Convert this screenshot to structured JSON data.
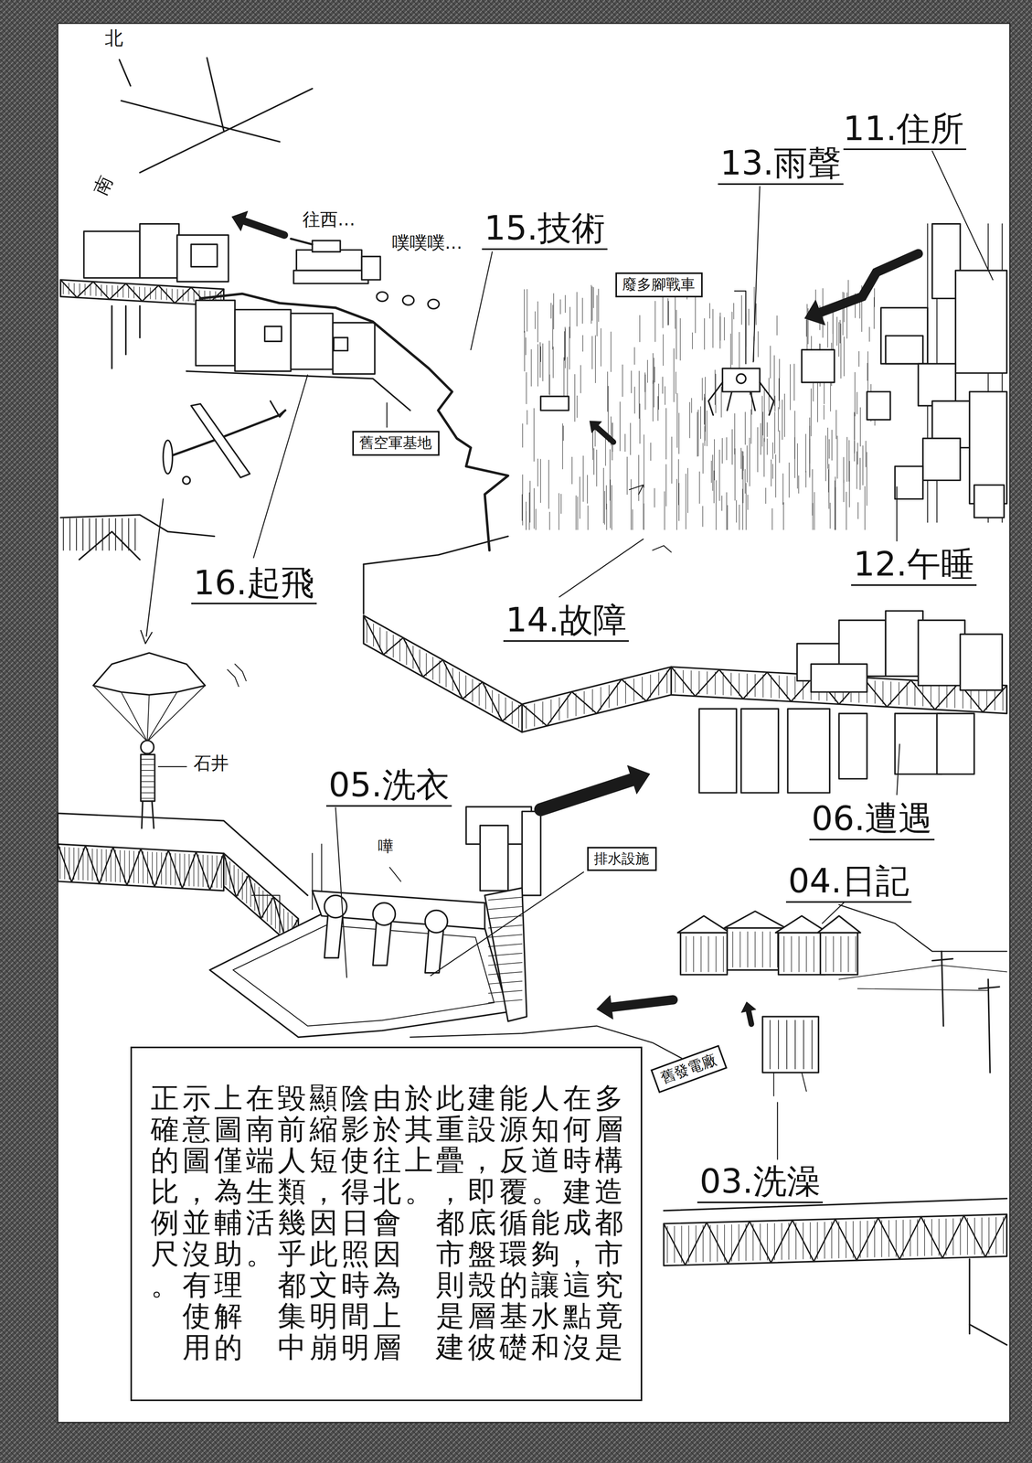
{
  "diagram": {
    "nodes": [
      {
        "text": [
          "廢多腳戰車"
        ]
      },
      {
        "text": [
          "舊空軍基地"
        ]
      },
      {
        "text": [
          "排水設施"
        ]
      },
      {
        "text": [
          "舊發電廠"
        ]
      },
      {
        "text": [
          "多層構造都市究竟是在何時建成，這點沒人知道。能夠讓水和能源反覆循環的基礎建設，即底盤殼層彼此重疊，都市則是建於其上。",
          "由於往北會因為上層陰影使得日照時間明顯縮短，因此文明崩毀前人類幾乎都集中在南端生活。",
          "上圖僅為輔助理解的示意圖，並沒有使用正確的比例尺。"
        ]
      }
    ],
    "labels": [
      "北",
      "南",
      "11.住所",
      "13.雨聲",
      "往西…",
      "15.技術",
      "噗噗噗…",
      "16.起飛",
      "12.午睡",
      "14.故障",
      "石井",
      "05.洗衣",
      "06.遭遇",
      "嘩",
      "04.日記",
      "03.洗澡"
    ]
  }
}
